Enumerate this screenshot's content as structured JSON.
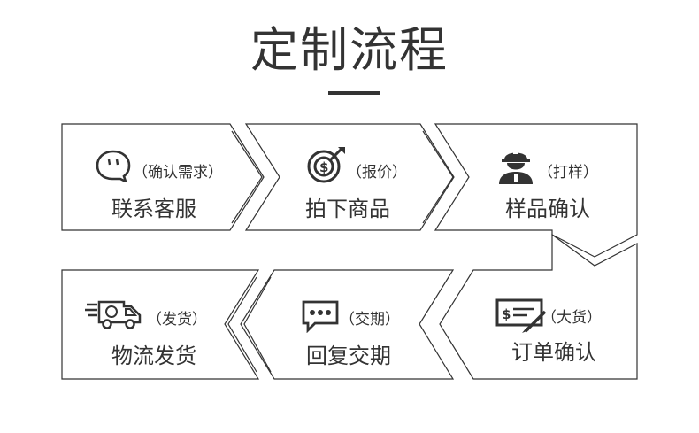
{
  "title": "定制流程",
  "steps": [
    {
      "label": "联系客服",
      "tag": "（确认需求）",
      "icon": "chat-bubble-icon"
    },
    {
      "label": "拍下商品",
      "tag": "（报价）",
      "icon": "target-dollar-icon"
    },
    {
      "label": "样品确认",
      "tag": "（打样）",
      "icon": "worker-icon"
    },
    {
      "label": "订单确认",
      "tag": "（大货）",
      "icon": "check-sign-icon"
    },
    {
      "label": "回复交期",
      "tag": "（交期）",
      "icon": "message-dots-icon"
    },
    {
      "label": "物流发货",
      "tag": "（发货）",
      "icon": "delivery-van-icon"
    }
  ]
}
